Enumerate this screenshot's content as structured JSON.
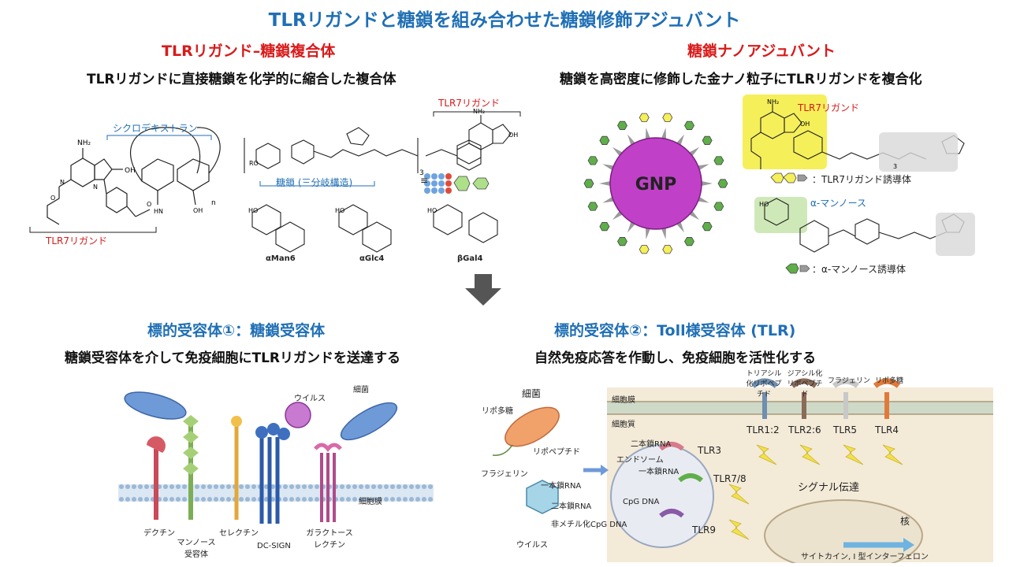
{
  "title": "TLRリガンドと糖鎖を組み合わせた糖鎖修飾アジュバント",
  "left_top": {
    "heading": "TLRリガンド–糖鎖複合体",
    "description": "TLRリガンドに直接糖鎖を化学的に縮合した複合体",
    "cyclodextran_label": "シクロデキストラン",
    "tlr7_ligand_label_a": "TLR7リガンド",
    "tlr7_ligand_label_b": "TLR7リガンド",
    "glycan_label": "糖鎖 (三分岐構造)",
    "equiv_sign": "≡",
    "repeat_subscript": "3",
    "repeat_n": "n",
    "ro_label": "RO",
    "sugars": [
      "αMan6",
      "αGlc4",
      "βGal4"
    ]
  },
  "right_top": {
    "heading": "糖鎖ナノアジュバント",
    "description": "糖鎖を高密度に修飾した金ナノ粒子にTLRリガンドを複合化",
    "gnp_label": "GNP",
    "tlr7_ligand_label": "TLR7リガンド",
    "tlr7_derivative_legend": "：TLR7リガンド誘導体",
    "mannose_label": "α-マンノース",
    "mannose_derivative_legend": "：α-マンノース誘導体",
    "repeat_subscript": "3"
  },
  "left_bottom": {
    "heading": "標的受容体①：糖鎖受容体",
    "description": "糖鎖受容体を介して免疫細胞にTLRリガンドを送達する",
    "virus_label": "ウイルス",
    "bacteria_label": "細菌",
    "membrane_label": "細胞膜",
    "receptors": [
      "デクチン",
      "マンノース受容体",
      "セレクチン",
      "DC-SIGN",
      "ガラクトースレクチン"
    ]
  },
  "right_bottom": {
    "heading": "標的受容体②：Toll様受容体 (TLR)",
    "description": "自然免疫応答を作動し、免疫細胞を活性化する",
    "bacteria_label": "細菌",
    "lps_label": "リポ多糖",
    "lipopeptide_label": "リポペプチド",
    "flagellin_label": "フラジェリン",
    "virus_label": "ウイルス",
    "ssrna_label": "一本鎖RNA",
    "dsrna_label": "二本鎖RNA",
    "cpg_label": "非メチル化CpG DNA",
    "cell_membrane": "細胞膜",
    "cytoplasm": "細胞質",
    "endosome": "エンドソーム",
    "endo_dsrna": "二本鎖RNA",
    "endo_ssrna": "一本鎖RNA",
    "endo_cpg": "CpG DNA",
    "ligands": [
      "トリアシル化リポペプチド",
      "ジアシル化リポペプチド",
      "フラジェリン",
      "リポ多糖"
    ],
    "surface_tlrs": [
      "TLR1:2",
      "TLR2:6",
      "TLR5",
      "TLR4"
    ],
    "endo_tlrs": [
      "TLR3",
      "TLR7/8",
      "TLR9"
    ],
    "signal_label": "シグナル伝達",
    "nucleus_label": "核",
    "output_label": "サイトカイン, I 型インターフェロン"
  },
  "colors": {
    "title_blue": "#1f6fb5",
    "heading_red": "#d91a1a",
    "gnp_magenta": "#c040c8",
    "ligand_yellow": "#f5ef5a",
    "mannose_green": "#5fae4a",
    "arrow_gray": "#555555"
  }
}
